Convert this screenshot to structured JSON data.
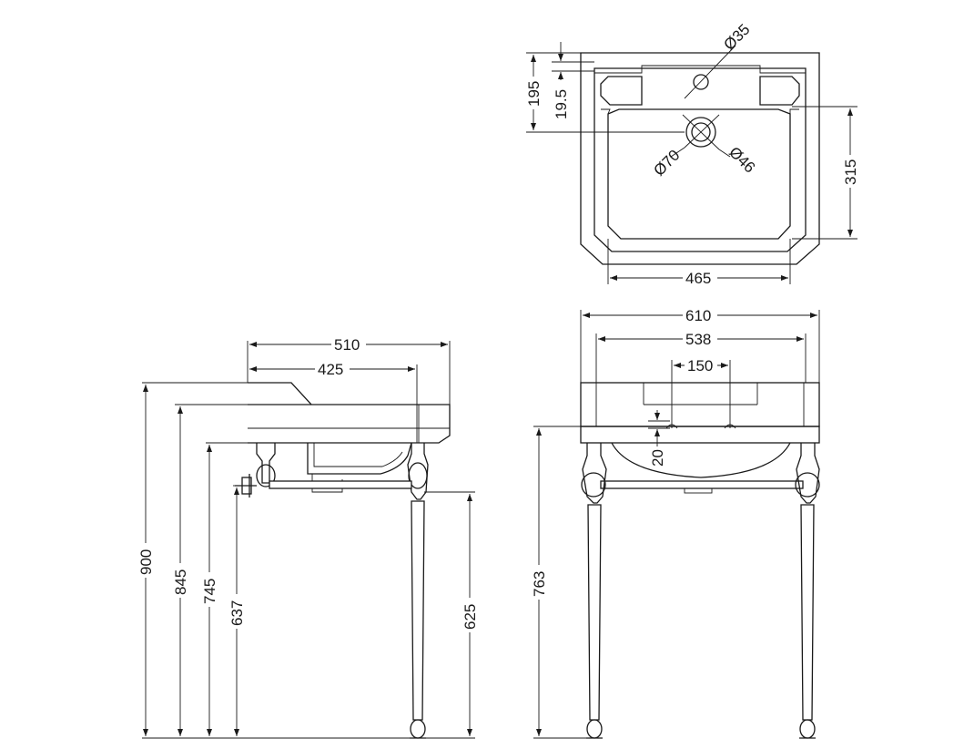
{
  "dimensions": {
    "top_view": {
      "tap_hole": "Ø35",
      "back_height": "195",
      "ledge_depth": "19.5",
      "waste_outer": "Ø70",
      "waste_inner": "Ø46",
      "bowl_depth": "315",
      "bowl_width": "465"
    },
    "side_view": {
      "overall_depth": "510",
      "stand_depth": "425",
      "total_height": "900",
      "rim_height": "845",
      "bowl_underside_height": "745",
      "rail_height_back": "637",
      "rail_height_front": "625"
    },
    "front_view": {
      "overall_width": "610",
      "stand_width": "538",
      "tap_centres": "150",
      "overflow_offset": "20",
      "basin_underside_height": "763"
    }
  }
}
